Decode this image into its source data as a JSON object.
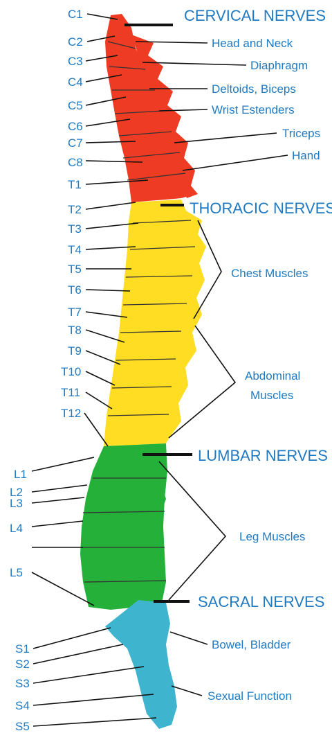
{
  "colors": {
    "cervical": "#ee3b23",
    "thoracic": "#ffdd22",
    "lumbar": "#25b03a",
    "sacral": "#3fb4cf",
    "text": "#1f7ac2",
    "line": "#111111"
  },
  "regions": {
    "cervical": "CERVICAL NERVES",
    "thoracic": "THORACIC NERVES",
    "lumbar": "LUMBAR NERVES",
    "sacral": "SACRAL NERVES"
  },
  "levels": {
    "c1": "C1",
    "c2": "C2",
    "c3": "C3",
    "c4": "C4",
    "c5": "C5",
    "c6": "C6",
    "c7": "C7",
    "c8": "C8",
    "t1": "T1",
    "t2": "T2",
    "t3": "T3",
    "t4": "T4",
    "t5": "T5",
    "t6": "T6",
    "t7": "T7",
    "t8": "T8",
    "t9": "T9",
    "t10": "T10",
    "t11": "T11",
    "t12": "T12",
    "l1": "L1",
    "l2": "L2",
    "l3": "L3",
    "l4": "L4",
    "l5": "L5",
    "s1": "S1",
    "s2": "S2",
    "s3": "S3",
    "s4": "S4",
    "s5": "S5"
  },
  "functions": {
    "head_neck": "Head and Neck",
    "diaphragm": "Diaphragm",
    "deltoids": "Deltoids, Biceps",
    "wrist": "Wrist Estenders",
    "triceps": "Triceps",
    "hand": "Hand",
    "chest": "Chest Muscles",
    "abdominal_1": "Abdominal",
    "abdominal_2": "Muscles",
    "leg": "Leg Muscles",
    "bowel": "Bowel, Bladder",
    "sexual": "Sexual Function"
  }
}
